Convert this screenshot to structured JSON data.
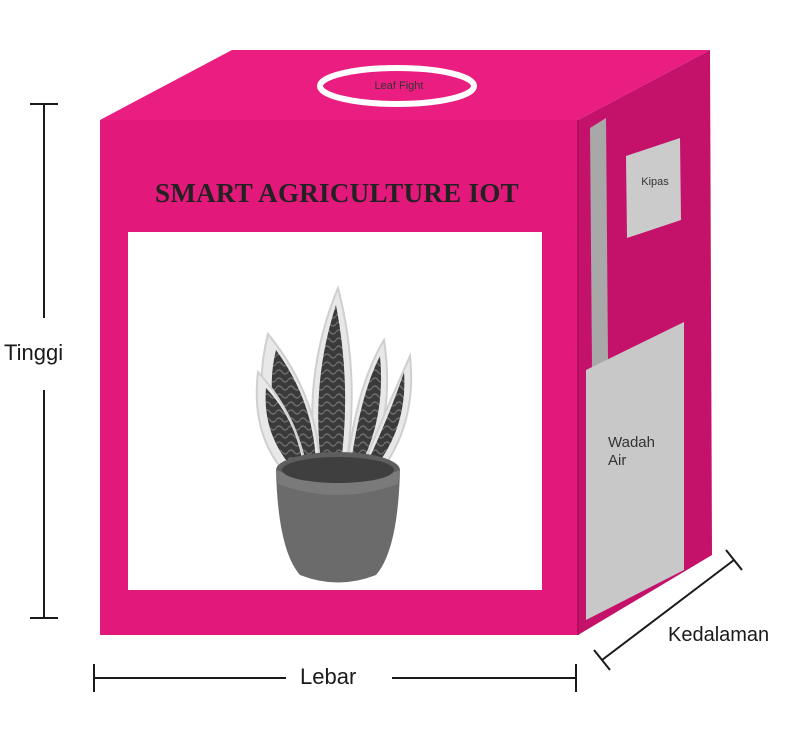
{
  "box": {
    "title": "SMART AGRICULTURE IOT",
    "top_label": "Leaf Fight",
    "fan_label": "Kipas",
    "water_label_line1": "Wadah",
    "water_label_line2": "Air"
  },
  "dimensions": {
    "height": "Tinggi",
    "width": "Lebar",
    "depth": "Kedalaman"
  },
  "colors": {
    "front": "#e2187a",
    "top": "#e91e80",
    "side": "#c4126a",
    "panel_gray": "#c7c7c7",
    "window": "#ffffff"
  }
}
